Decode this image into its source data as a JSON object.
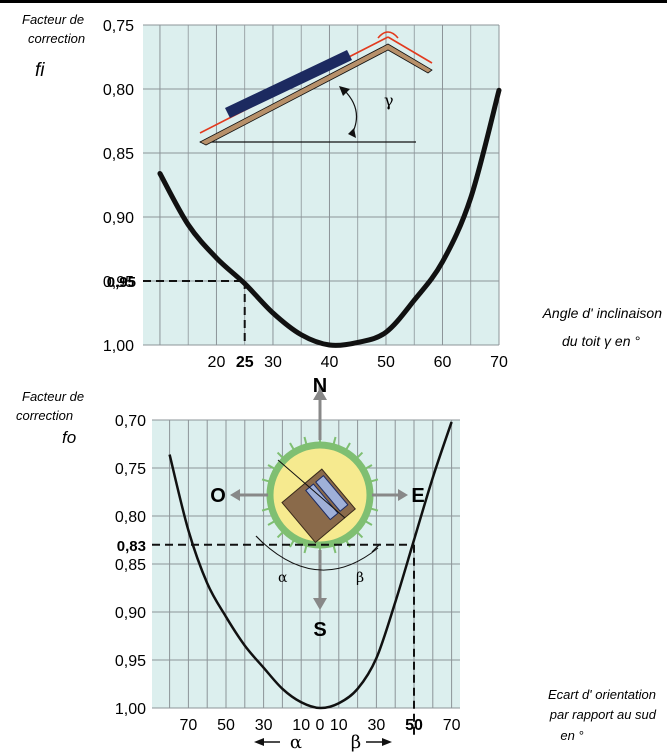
{
  "chart_data": [
    {
      "type": "line",
      "ylabel_lines": [
        "Facteur de",
        "correction"
      ],
      "ylabel_symbol": "fi",
      "xlabel_lines": [
        "Angle d' inclinaison",
        "du toit γ en °"
      ],
      "y_ticks": [
        "0,75",
        "0,80",
        "0,85",
        "0,90",
        "0,95",
        "1,00"
      ],
      "y_tick_values": [
        0.75,
        0.8,
        0.85,
        0.9,
        0.95,
        1.0
      ],
      "x_ticks": [
        "20",
        "25",
        "30",
        "40",
        "50",
        "60",
        "70"
      ],
      "x_tick_values": [
        20,
        25,
        30,
        40,
        50,
        60,
        70
      ],
      "x_highlight": 25,
      "y_highlight": 0.95,
      "y_highlight_label": "0,95",
      "xlim": [
        7,
        70
      ],
      "ylim": [
        0.75,
        1.0
      ],
      "y_inverted": true,
      "grid": true,
      "inset_label": "γ",
      "series": [
        {
          "x": [
            10,
            15,
            20,
            25,
            30,
            35,
            40,
            45,
            50,
            55,
            60,
            65,
            70
          ],
          "y": [
            0.866,
            0.906,
            0.932,
            0.952,
            0.975,
            0.992,
            1.0,
            0.998,
            0.99,
            0.965,
            0.935,
            0.885,
            0.801
          ]
        }
      ]
    },
    {
      "type": "line",
      "ylabel_lines": [
        "Facteur de",
        "correction"
      ],
      "ylabel_symbol": "fo",
      "xlabel_lines": [
        "Ecart d' orientation",
        "par rapport au sud",
        "en °"
      ],
      "y_ticks": [
        "0,70",
        "0,75",
        "0,80",
        "0,85",
        "0,90",
        "0,95",
        "1,00"
      ],
      "y_tick_values": [
        0.7,
        0.75,
        0.8,
        0.85,
        0.9,
        0.95,
        1.0
      ],
      "y_highlight": 0.83,
      "y_highlight_label": "0,83",
      "x_ticks": [
        "70",
        "50",
        "30",
        "10",
        "0",
        "10",
        "30",
        "50",
        "70"
      ],
      "x_tick_values": [
        -70,
        -50,
        -30,
        -10,
        0,
        10,
        30,
        50,
        70
      ],
      "x_highlight": 50,
      "alpha_label": "α",
      "beta_label": "β",
      "xlim": [
        -90,
        80
      ],
      "ylim": [
        0.7,
        1.0
      ],
      "y_inverted": true,
      "grid": true,
      "compass": {
        "north": "N",
        "south": "S",
        "east": "E",
        "west": "O",
        "alpha": "α",
        "beta": "β"
      },
      "series": [
        {
          "x": [
            -80,
            -70,
            -60,
            -50,
            -40,
            -30,
            -20,
            -10,
            0,
            10,
            20,
            30,
            40,
            50,
            60,
            70
          ],
          "y": [
            0.736,
            0.815,
            0.87,
            0.905,
            0.935,
            0.958,
            0.98,
            0.994,
            1.0,
            0.995,
            0.98,
            0.948,
            0.89,
            0.825,
            0.76,
            0.702
          ]
        }
      ]
    }
  ],
  "colors": {
    "plot_bg": "#dcefee",
    "grid": "#8c9498",
    "curve": "#111111",
    "roof_red": "#e23a1e",
    "roof_wood": "#b7906a",
    "panel": "#1c2a60",
    "compass_green": "#7fbf72",
    "compass_fill": "#f6ea8f",
    "house": "#8a6a4a"
  }
}
